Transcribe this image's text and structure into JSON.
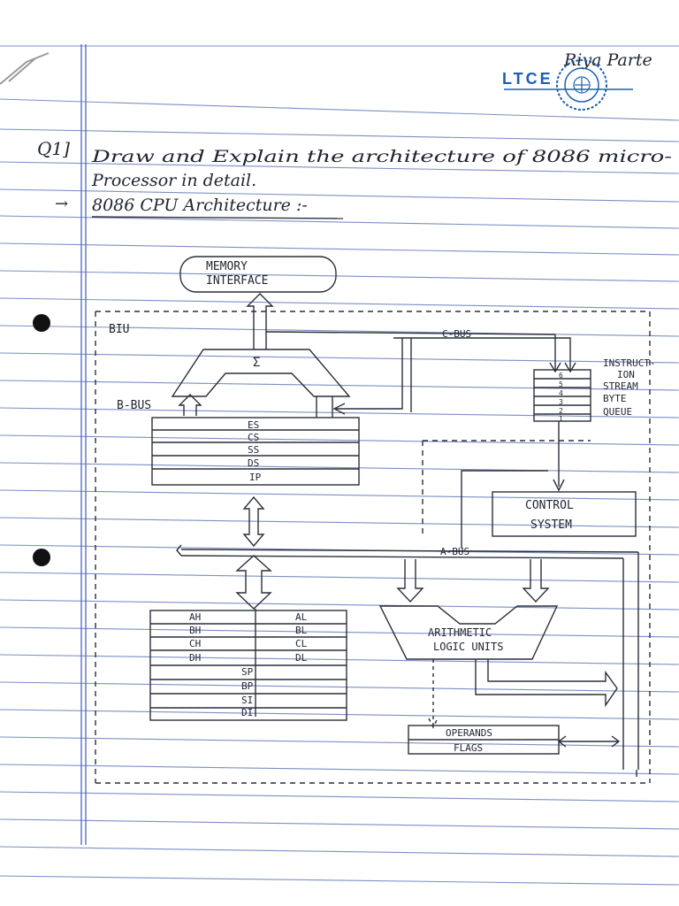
{
  "header": {
    "author": "Riya Parte",
    "institution": "LTCE"
  },
  "question": {
    "number": "Q1]",
    "line1": "Draw and Explain the architecture of 8086 micro-",
    "line2": "Processor in detail.",
    "answer_arrow": "→",
    "heading": "8086 CPU Architecture :-"
  },
  "diagram": {
    "memory_interface": [
      "MEMORY",
      "INTERFACE"
    ],
    "biu": "BIU",
    "c_bus": "C-BUS",
    "b_bus": "B-BUS",
    "a_bus": "A-BUS",
    "sigma": "Σ",
    "instruction_queue_label": [
      "INSTRUCT-",
      "ION",
      "STREAM",
      "BYTE",
      "QUEUE"
    ],
    "queue_numbers": [
      "6",
      "5",
      "4",
      "3",
      "2",
      "1"
    ],
    "segment_registers": [
      "ES",
      "CS",
      "SS",
      "DS",
      "IP"
    ],
    "control_system": [
      "CONTROL",
      "SYSTEM"
    ],
    "general_registers": [
      {
        "high": "AH",
        "low": "AL"
      },
      {
        "high": "BH",
        "low": "BL"
      },
      {
        "high": "CH",
        "low": "CL"
      },
      {
        "high": "DH",
        "low": "DL"
      }
    ],
    "pointer_registers": [
      "SP",
      "BP",
      "SI",
      "DI"
    ],
    "alu": [
      "ARITHMETIC",
      "LOGIC UNITS"
    ],
    "operands_flags": [
      "OPERANDS",
      "FLAGS"
    ]
  },
  "colors": {
    "ink": "#2a2f3a",
    "rule_line": "#7d8fc4",
    "margin_line": "#4a67c9",
    "logo": "#1d5fb0"
  }
}
